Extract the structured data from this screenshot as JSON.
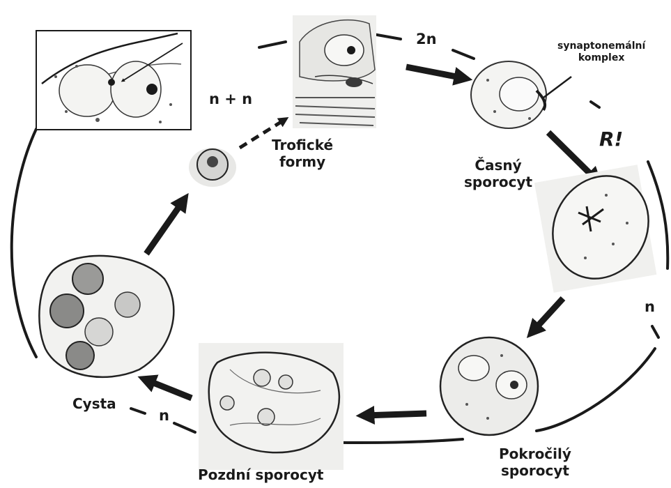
{
  "labels": {
    "n_plus_n": "n + n",
    "two_n": "2n",
    "synaptonemal_line1": "synaptonemální",
    "synaptonemal_line2": "komplex",
    "r_mark": "R!",
    "trophic_line1": "Trofické",
    "trophic_line2": "formy",
    "early_line1": "Časný",
    "early_line2": "sporocyt",
    "n_right": "n",
    "advanced_line1": "Pokročilý",
    "advanced_line2": "sporocyt",
    "late": "Pozdní sporocyt",
    "cyst": "Cysta",
    "n_bottom": "n"
  },
  "colors": {
    "ink": "#1a1a1a",
    "cell_fill": "#f4f4f2",
    "stipple": "#6a6a6a"
  }
}
